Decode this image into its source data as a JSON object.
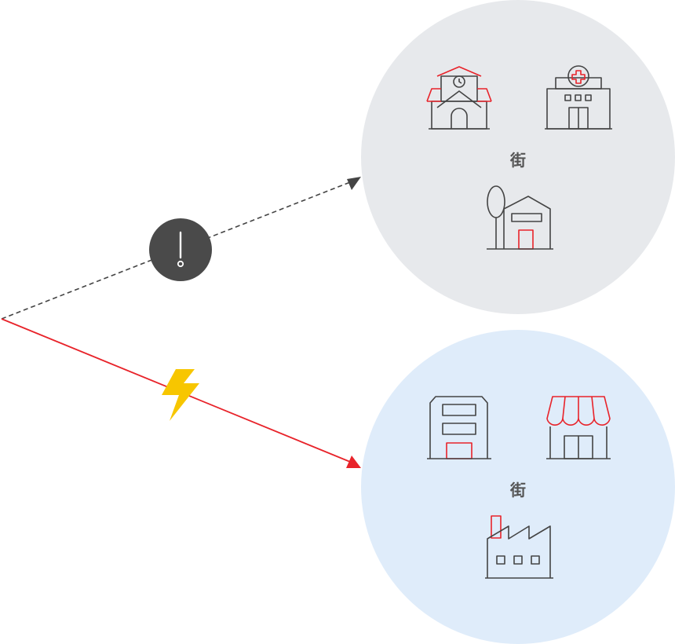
{
  "colors": {
    "background": "#ffffff",
    "line_dark": "#444444",
    "accent_red": "#e8232a",
    "lightning_yellow": "#f7c600",
    "circle_top_fill": "#e7e9ec",
    "circle_bottom_fill": "#dfecfa",
    "alert_badge_fill": "#4a4a4a",
    "label_text": "#555555"
  },
  "city_top": {
    "label": "街",
    "icons": [
      "school-icon",
      "hospital-icon",
      "house-with-tree-icon"
    ]
  },
  "city_bottom": {
    "label": "街",
    "icons": [
      "office-building-icon",
      "shop-icon",
      "factory-icon"
    ]
  },
  "connectors": {
    "top": {
      "style": "dashed",
      "badge_icon": "exclamation-icon"
    },
    "bottom": {
      "style": "solid",
      "badge_icon": "lightning-icon"
    }
  }
}
